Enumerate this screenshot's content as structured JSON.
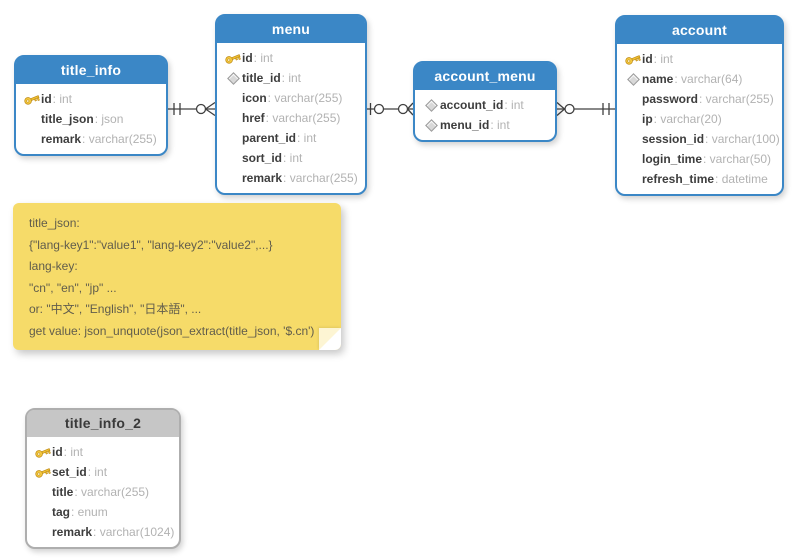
{
  "colors": {
    "table_blue": "#3b87c6",
    "table_gray": "#c6c6c6",
    "note_yellow": "#f6db69",
    "connector": "#404040"
  },
  "tables": [
    {
      "name": "title_info",
      "fields": [
        {
          "icon": "key",
          "name": "id",
          "type": "int"
        },
        {
          "icon": "none",
          "name": "title_json",
          "type": "json"
        },
        {
          "icon": "none",
          "name": "remark",
          "type": "varchar(255)"
        }
      ]
    },
    {
      "name": "menu",
      "fields": [
        {
          "icon": "key",
          "name": "id",
          "type": "int"
        },
        {
          "icon": "diamond",
          "name": "title_id",
          "type": "int"
        },
        {
          "icon": "none",
          "name": "icon",
          "type": "varchar(255)"
        },
        {
          "icon": "none",
          "name": "href",
          "type": "varchar(255)"
        },
        {
          "icon": "none",
          "name": "parent_id",
          "type": "int"
        },
        {
          "icon": "none",
          "name": "sort_id",
          "type": "int"
        },
        {
          "icon": "none",
          "name": "remark",
          "type": "varchar(255)"
        }
      ]
    },
    {
      "name": "account_menu",
      "fields": [
        {
          "icon": "diamond",
          "name": "account_id",
          "type": "int"
        },
        {
          "icon": "diamond",
          "name": "menu_id",
          "type": "int"
        }
      ]
    },
    {
      "name": "account",
      "fields": [
        {
          "icon": "key",
          "name": "id",
          "type": "int"
        },
        {
          "icon": "diamond",
          "name": "name",
          "type": "varchar(64)"
        },
        {
          "icon": "none",
          "name": "password",
          "type": "varchar(255)"
        },
        {
          "icon": "none",
          "name": "ip",
          "type": "varchar(20)"
        },
        {
          "icon": "none",
          "name": "session_id",
          "type": "varchar(100)"
        },
        {
          "icon": "none",
          "name": "login_time",
          "type": "varchar(50)"
        },
        {
          "icon": "none",
          "name": "refresh_time",
          "type": "datetime"
        }
      ]
    },
    {
      "name": "title_info_2",
      "fields": [
        {
          "icon": "key",
          "name": "id",
          "type": "int"
        },
        {
          "icon": "key",
          "name": "set_id",
          "type": "int"
        },
        {
          "icon": "none",
          "name": "title",
          "type": "varchar(255)"
        },
        {
          "icon": "none",
          "name": "tag",
          "type": "enum"
        },
        {
          "icon": "none",
          "name": "remark",
          "type": "varchar(1024)"
        }
      ]
    }
  ],
  "note": {
    "lines": [
      "title_json:",
      "{\"lang-key1\":\"value1\", \"lang-key2\":\"value2\",...}",
      "lang-key:",
      "\"cn\", \"en\", \"jp\" ...",
      "or: \"中文\", \"English\", \"日本語\", ...",
      "get value: json_unquote(json_extract(title_json, '$.cn')"
    ]
  },
  "connectors": [
    {
      "from": "title_info",
      "to": "menu",
      "from_cardinality": "one",
      "to_cardinality": "zero-or-many"
    },
    {
      "from": "menu",
      "to": "account_menu",
      "from_cardinality": "zero-or-one",
      "to_cardinality": "zero-or-many"
    },
    {
      "from": "account_menu",
      "to": "account",
      "from_cardinality": "zero-or-many",
      "to_cardinality": "one"
    }
  ]
}
